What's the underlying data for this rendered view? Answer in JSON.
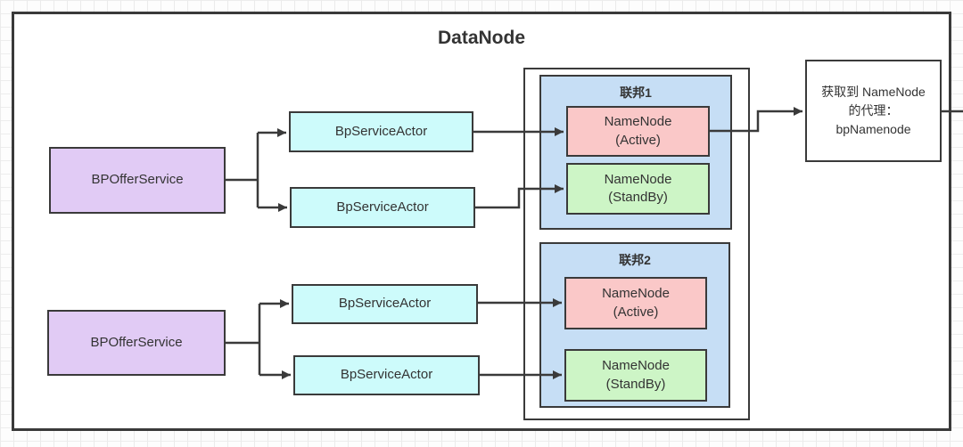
{
  "diagram": {
    "title": "DataNode",
    "offer_services": [
      {
        "label": "BPOfferService"
      },
      {
        "label": "BPOfferService"
      }
    ],
    "service_actors": [
      {
        "label": "BpServiceActor"
      },
      {
        "label": "BpServiceActor"
      },
      {
        "label": "BpServiceActor"
      },
      {
        "label": "BpServiceActor"
      }
    ],
    "federations": [
      {
        "title": "联邦1",
        "active": {
          "name": "NameNode",
          "state": "(Active)"
        },
        "standby": {
          "name": "NameNode",
          "state": "(StandBy)"
        }
      },
      {
        "title": "联邦2",
        "active": {
          "name": "NameNode",
          "state": "(Active)"
        },
        "standby": {
          "name": "NameNode",
          "state": "(StandBy)"
        }
      }
    ],
    "proxy_note": {
      "lines": [
        "获取到 NameNode",
        "的代理：",
        "bpNamenode"
      ]
    },
    "colors": {
      "line": "#3a3a3a",
      "text": "#333333",
      "offer-fill": "#e1cbf5",
      "actor-fill": "#cdfbfb",
      "active-fill": "#fac8c8",
      "standby-fill": "#cdf5c6",
      "federation-fill": "#c6def5",
      "plain-fill": "#ffffff"
    }
  }
}
